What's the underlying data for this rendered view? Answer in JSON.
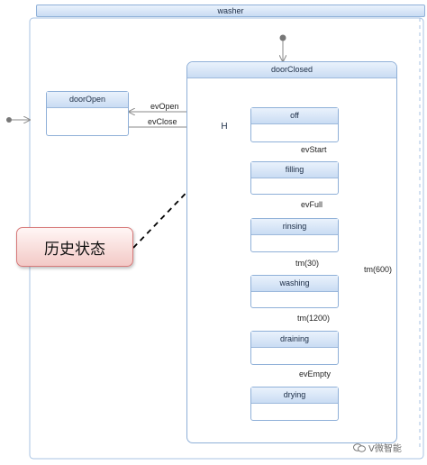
{
  "diagram": {
    "root_state": "washer",
    "composite_state": "doorClosed",
    "states": {
      "door_open": "doorOpen",
      "off": "off",
      "filling": "filling",
      "rinsing": "rinsing",
      "washing": "washing",
      "draining": "draining",
      "drying": "drying"
    },
    "history_marker": "H",
    "transitions": {
      "ev_open": "evOpen",
      "ev_close": "evClose",
      "ev_start": "evStart",
      "ev_full": "evFull",
      "tm_30": "tm(30)",
      "tm_1200": "tm(1200)",
      "ev_empty": "evEmpty",
      "tm_600": "tm(600)"
    }
  },
  "annotation": {
    "callout_text": "历史状态"
  },
  "watermark": {
    "text": "V微智能"
  },
  "colors": {
    "state_border": "#8fb0d8",
    "state_header": "#c9dcf3",
    "highlight": "#e02020",
    "callout_fill": "#f3c9c6",
    "callout_border": "#d77a7a",
    "arrow": "#8a8a8a"
  }
}
